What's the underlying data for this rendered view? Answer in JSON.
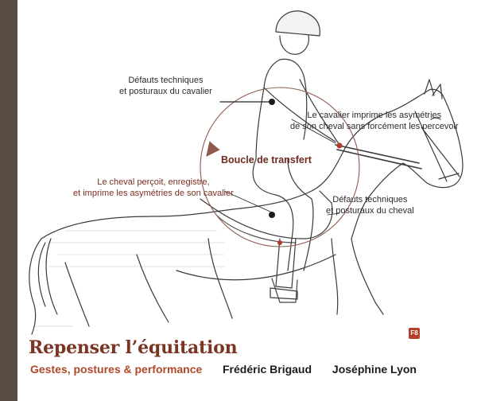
{
  "cover": {
    "callouts": {
      "rider_faults": [
        "Défauts techniques",
        "et posturaux du cavalier"
      ],
      "rider_imprints": [
        "Le cavalier imprime les asymétries",
        "de son cheval sans forcément les percevoir"
      ],
      "horse_perceives": [
        "Le cheval perçoit, enregistre,",
        "et imprime les asymétries de son cavalier"
      ],
      "horse_faults": [
        "Défauts techniques",
        "et posturaux du cheval"
      ],
      "loop": "Boucle de transfert"
    },
    "title": "Repenser l’équitation",
    "subtitle": "Gestes, postures & performance",
    "authors": [
      "Frédéric Brigaud",
      "Joséphine Lyon"
    ],
    "publisher_badge": "F8",
    "colors": {
      "spine": "#5a4b43",
      "title": "#7b3524",
      "subtitle": "#b0482a",
      "loop": "#6e2c1e"
    }
  }
}
